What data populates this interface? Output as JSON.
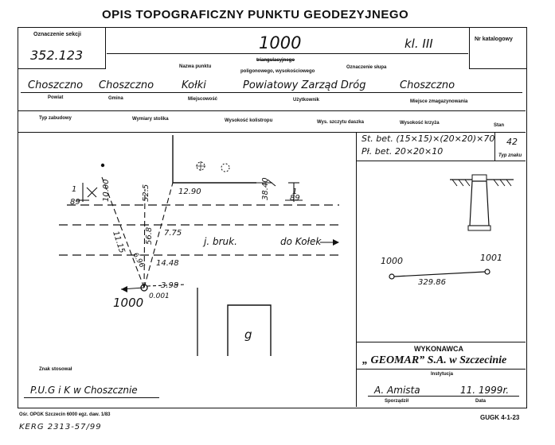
{
  "header": {
    "title": "OPIS TOPOGRAFICZNY PUNKTU GEODEZYJNEGO"
  },
  "top": {
    "station_label": "Oznaczenie sekcji",
    "station_value": "352.123",
    "point_number": "1000",
    "class_value": "kl. III",
    "registry_label": "Nr katalogowy",
    "point_name_label": "Nazwa punktu",
    "type_struck": "triangulacyjnego",
    "type_active": "poligonowego, wysokościowego",
    "pillar_label": "Oznaczenie słupa"
  },
  "admin": {
    "county": "Choszczno",
    "county_label": "Powiat",
    "municipality": "Choszczno",
    "municipality_label": "Gmina",
    "locality": "Kołki",
    "locality_label": "Miejscowość",
    "user": "Powiatowy Zarząd Dróg",
    "user_label": "Użytkownik",
    "storage": "Choszczno",
    "storage_label": "Miejsce zmagazynowania"
  },
  "fields": {
    "f1": "Typ zabudowy",
    "f2": "Wymiary stolika",
    "f3": "Wysokość kolistropu",
    "f4": "Wys. szczytu daszka",
    "f5": "Wysokość krzyża",
    "f6": "Stan"
  },
  "marker": {
    "line1": "St. bet. (15×15)×(20×20)×70",
    "line2": "Pł. bet.  20×20×10",
    "type_no": "42",
    "type_label": "Typ znaku"
  },
  "sketch": {
    "d_1006": "10.00",
    "d_525": "52.5",
    "d_1290": "12.90",
    "d_3840": "38.40",
    "d_89l": "89",
    "d_89r": "89",
    "d_1k": "1",
    "d_1r": "1",
    "d_1115": "11.15",
    "d_568": "56.8",
    "d_775": "7.75",
    "d_1448": "14.48",
    "d_696": "6.96",
    "d_398": "3.98",
    "d_001": "0.001",
    "road_label": "j. bruk.",
    "direction_label": "do Kołek",
    "point_label": "1000",
    "building_label": "g"
  },
  "line_diagram": {
    "p1": "1000",
    "p2": "1001",
    "distance": "329.86"
  },
  "footer": {
    "sign_label": "Znak stosował",
    "sign_value": "P.U.G i K w Choszcznie",
    "exec_label": "WYKONAWCA",
    "exec_name": "„ GEOMAR” S.A. w Szczecinie",
    "institution_label": "Instytucja",
    "author": "A. Amista",
    "date": "11. 1999r.",
    "author_label": "Sporządził",
    "date_label": "Data",
    "bottom_left": "Ośr. OPGK Szczecin 6000 egz. daw. 1/83",
    "bottom_code": "KERG  2313-57/99",
    "form_code": "GUGK 4-1-23"
  }
}
